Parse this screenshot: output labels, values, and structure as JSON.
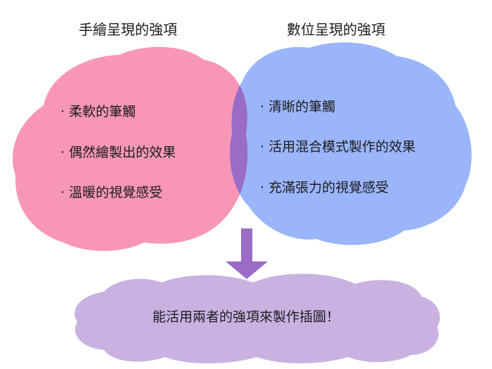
{
  "left": {
    "heading": "手繪呈現的強項",
    "items": [
      "柔軟的筆觸",
      "偶然繪製出的效果",
      "溫暖的視覺感受"
    ],
    "color": "#f896b8"
  },
  "right": {
    "heading": "數位呈現的強項",
    "items": [
      "清晰的筆觸",
      "活用混合模式製作的效果",
      "充滿張力的視覺感受"
    ],
    "color": "#9bb5fb"
  },
  "overlap_color": "#9a6cc8",
  "bullet": "·",
  "bottom": {
    "text": "能活用兩者的強項來製作插圖！",
    "color": "#c9b2e2"
  },
  "arrow_color": "#9a6cc8"
}
